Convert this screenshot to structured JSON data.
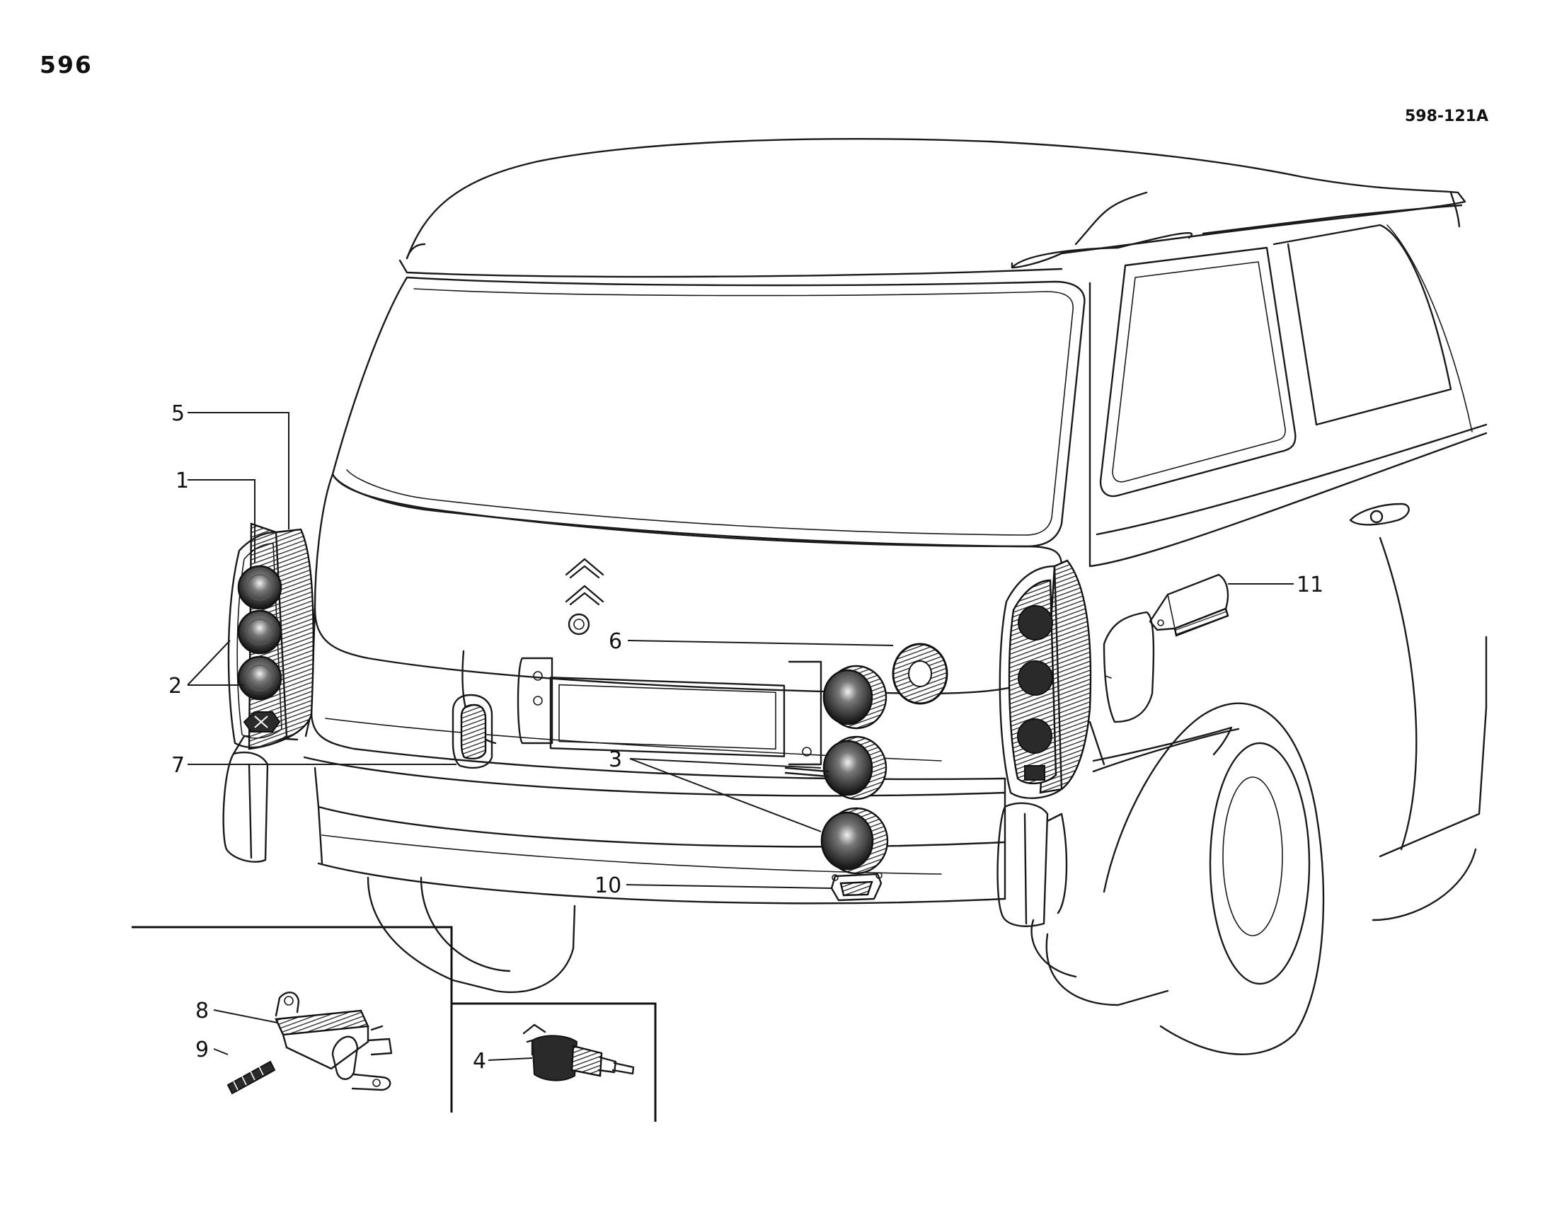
{
  "header": {
    "page_number": "596",
    "reference_code": "598-121A"
  },
  "callouts": [
    {
      "id": "1",
      "label": "1"
    },
    {
      "id": "2",
      "label": "2"
    },
    {
      "id": "3",
      "label": "3"
    },
    {
      "id": "4",
      "label": "4"
    },
    {
      "id": "5",
      "label": "5"
    },
    {
      "id": "6",
      "label": "6"
    },
    {
      "id": "7",
      "label": "7"
    },
    {
      "id": "8",
      "label": "8"
    },
    {
      "id": "9",
      "label": "9"
    },
    {
      "id": "10",
      "label": "10"
    },
    {
      "id": "11",
      "label": "11"
    }
  ]
}
